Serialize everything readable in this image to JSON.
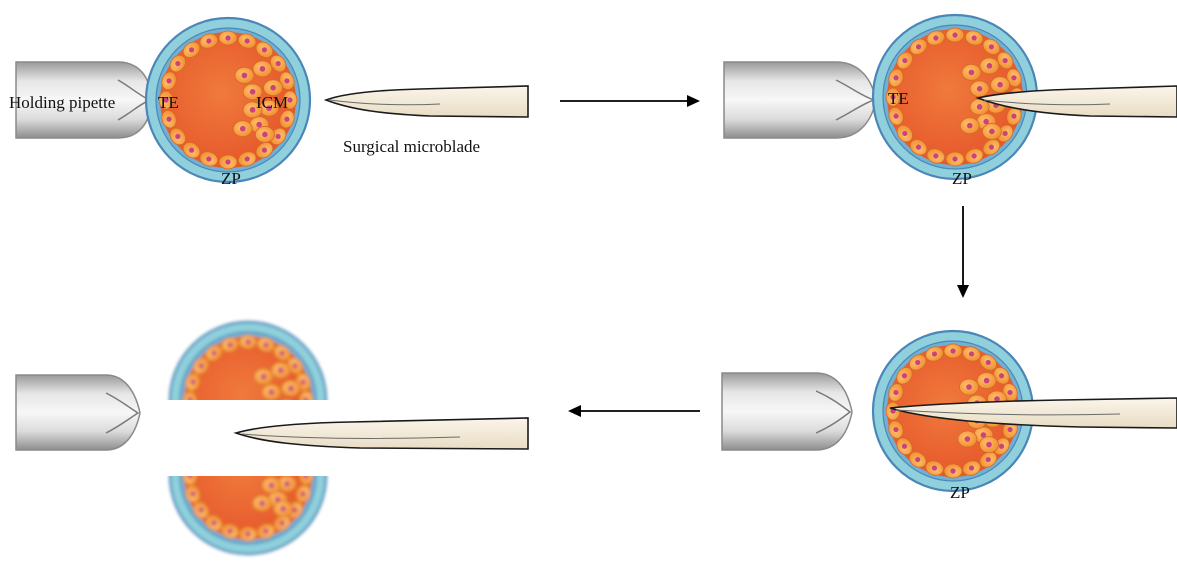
{
  "labels": {
    "holding_pipette": "Holding pipette",
    "te": "TE",
    "icm": "ICM",
    "zp": "ZP",
    "surgical_microblade": "Surgical microblade"
  },
  "colors": {
    "zona": "#8fd0dc",
    "zona_edge": "#4a87b8",
    "cavity": "#ee6530",
    "cell": "#f79a3c",
    "nucleus": "#c9437f",
    "pipette": "#c7c7c7",
    "blade": "#f3ead8",
    "arrow": "#000000"
  },
  "steps": [
    {
      "step": 1,
      "embryo": "intact"
    },
    {
      "step": 2,
      "embryo": "blade-inserted"
    },
    {
      "step": 3,
      "embryo": "blade-through"
    },
    {
      "step": 4,
      "embryo": "bisected"
    }
  ]
}
